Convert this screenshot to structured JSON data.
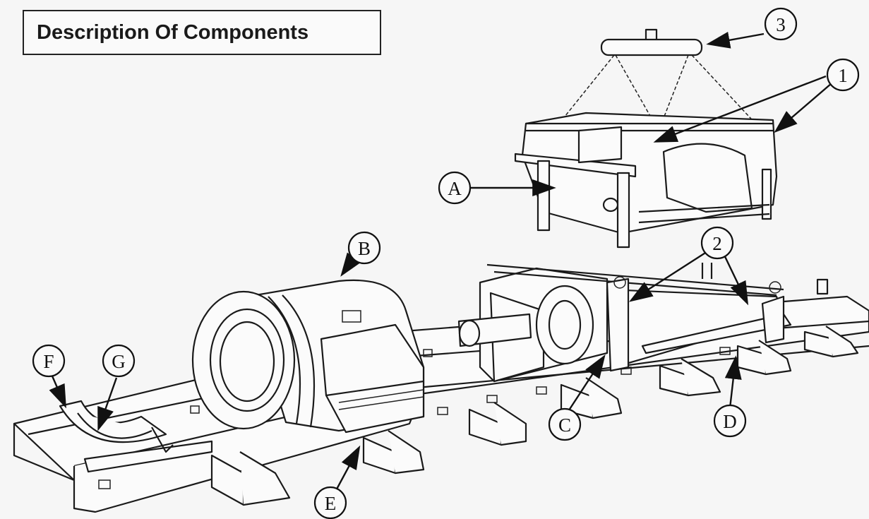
{
  "title": "Description Of Components",
  "callouts": {
    "one": "1",
    "two": "2",
    "three": "3",
    "a": "A",
    "b": "B",
    "c": "C",
    "d": "D",
    "e": "E",
    "f": "F",
    "g": "G"
  }
}
